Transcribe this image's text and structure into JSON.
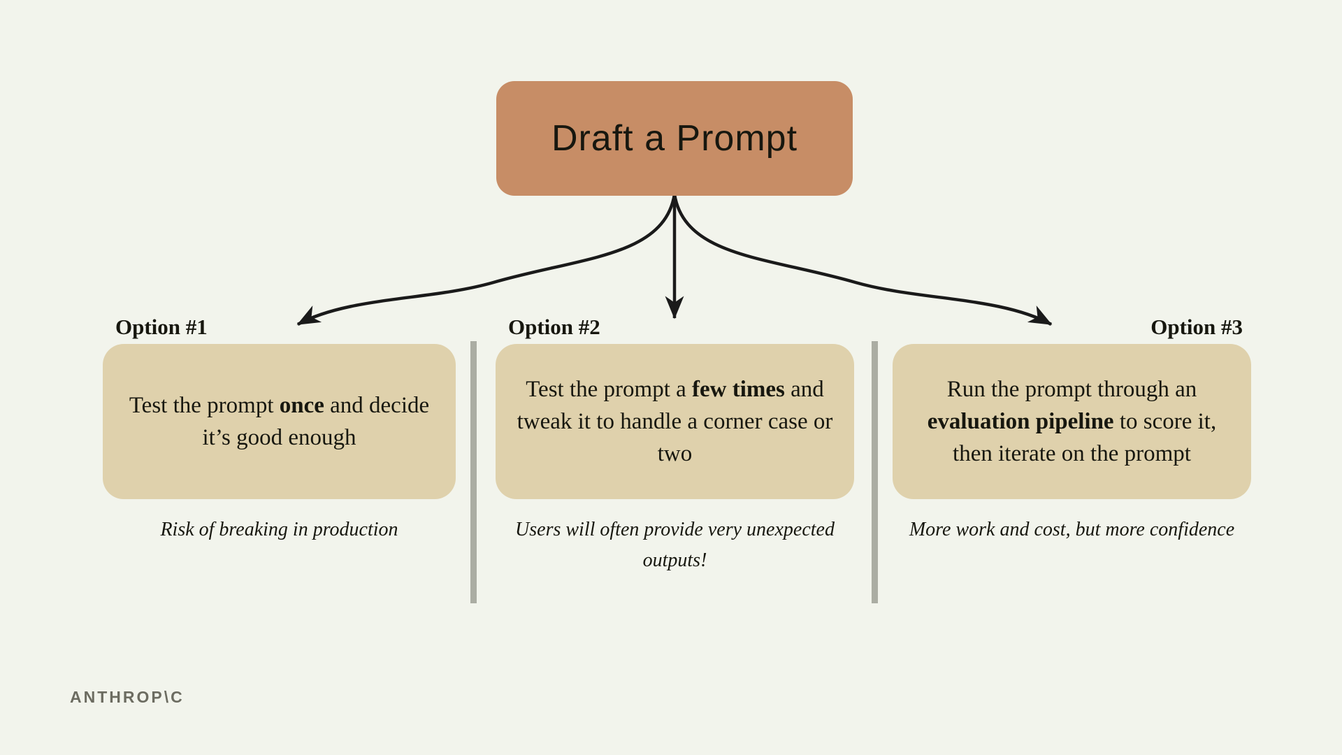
{
  "title": {
    "label": "Draft a Prompt"
  },
  "options": [
    {
      "label": "Option #1",
      "body_pre": "Test the prompt ",
      "body_bold": "once",
      "body_post": " and decide it’s good enough",
      "caption": "Risk of breaking in production"
    },
    {
      "label": "Option #2",
      "body_pre": "Test the prompt a ",
      "body_bold": "few times",
      "body_post": " and tweak it to handle a corner case or two",
      "caption": "Users will often provide very unexpected outputs!"
    },
    {
      "label": "Option #3",
      "body_pre": "Run the prompt through an ",
      "body_bold": "evaluation pipeline",
      "body_post": " to score it, then iterate on the prompt",
      "caption": "More work and cost, but more confidence"
    }
  ],
  "footer": {
    "logo": "ANTHROP\\C"
  },
  "colors": {
    "background": "#F2F4EC",
    "title_fill": "#C78D66",
    "option_fill": "#DFD1AC",
    "arrow": "#1A1A1A",
    "divider": "#ABADA3",
    "text": "#17170F",
    "logo": "#6C6C61"
  }
}
